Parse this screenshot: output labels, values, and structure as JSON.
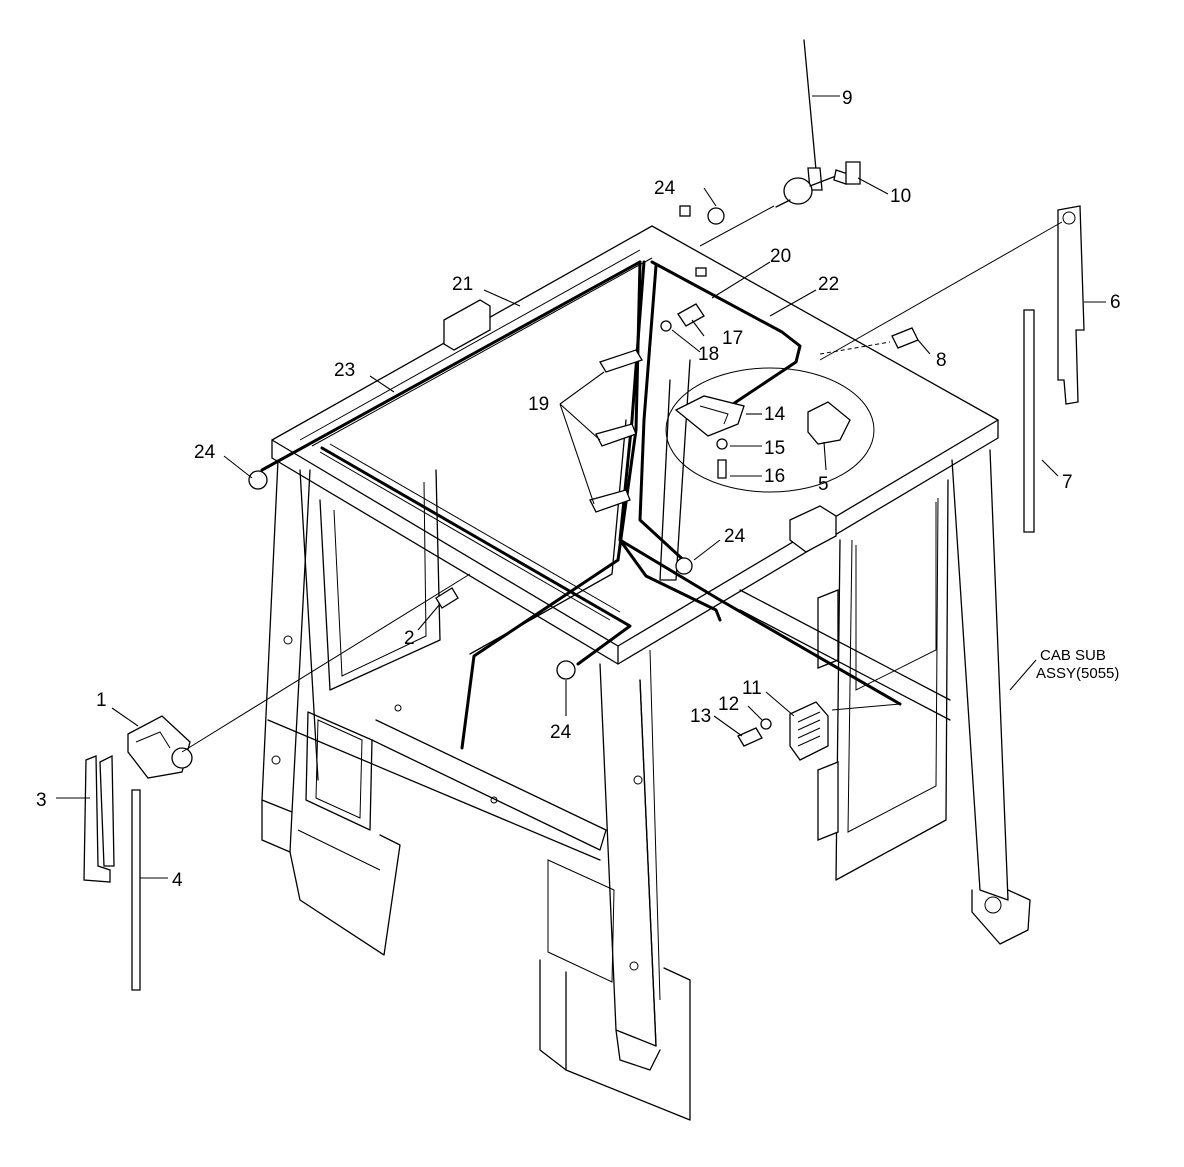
{
  "callouts": {
    "c1": "1",
    "c2": "2",
    "c3": "3",
    "c4": "4",
    "c5": "5",
    "c6": "6",
    "c7": "7",
    "c8": "8",
    "c9": "9",
    "c10": "10",
    "c11": "11",
    "c12": "12",
    "c13": "13",
    "c14": "14",
    "c15": "15",
    "c16": "16",
    "c17": "17",
    "c18": "18",
    "c19": "19",
    "c20": "20",
    "c21": "21",
    "c22": "22",
    "c23": "23",
    "c24a": "24",
    "c24b": "24",
    "c24c": "24",
    "c24d": "24"
  },
  "assembly_note": {
    "line1": "CAB SUB",
    "line2": "ASSY(5055)"
  }
}
